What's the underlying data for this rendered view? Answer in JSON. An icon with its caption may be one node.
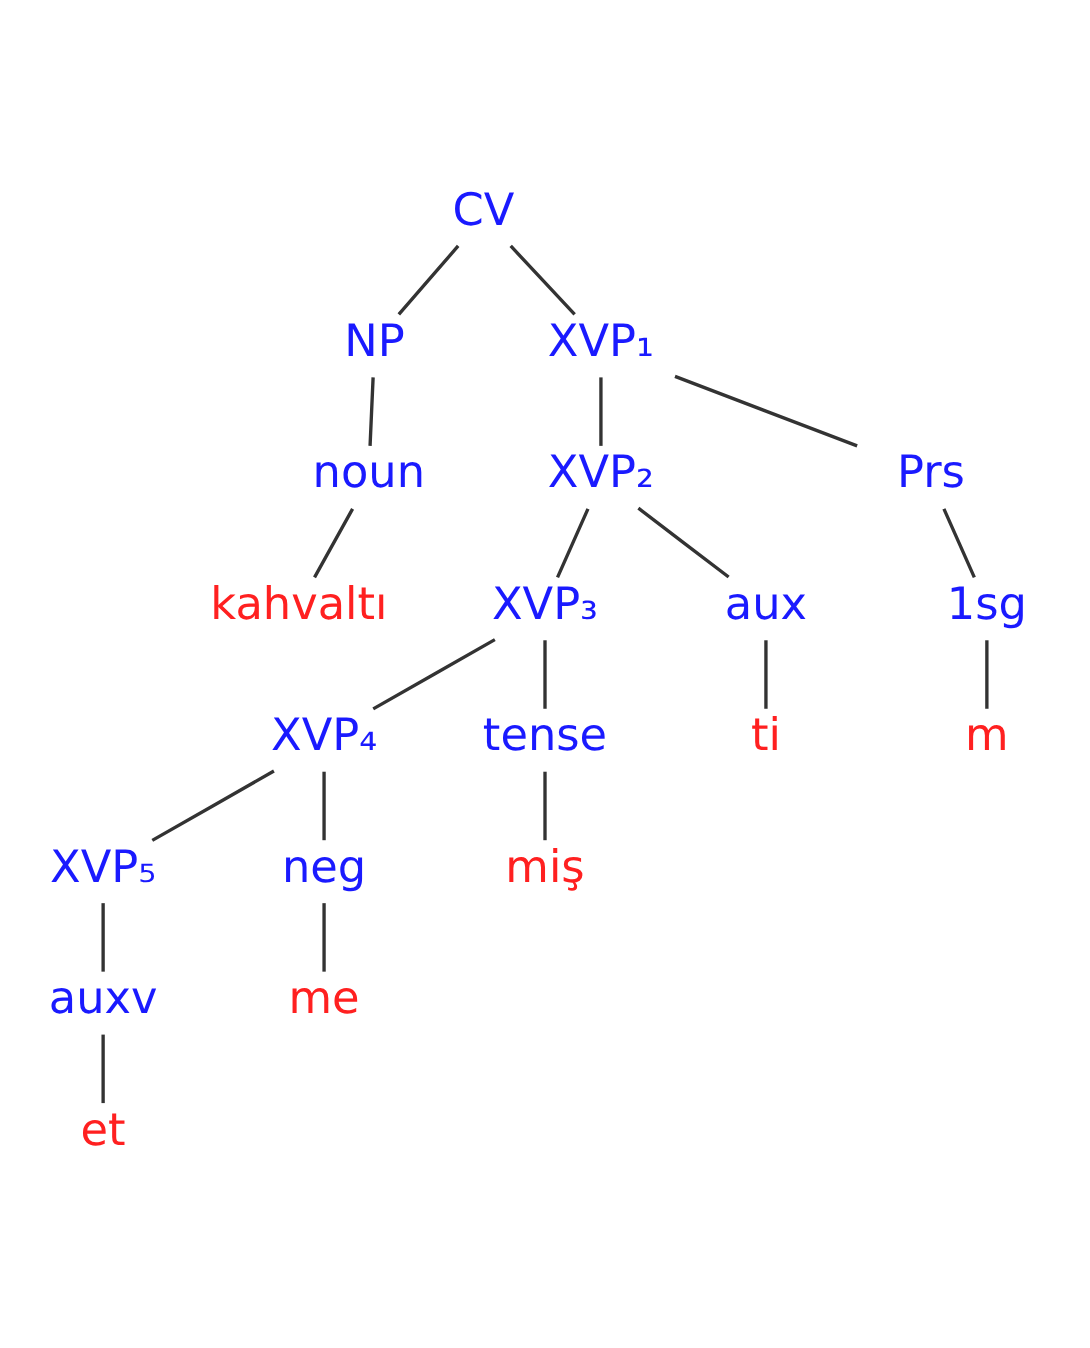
{
  "diagram": {
    "nodes": [
      {
        "text": [
          "CV"
        ]
      },
      {
        "text": [
          "NP"
        ]
      },
      {
        "text": [
          "XVP₁"
        ]
      },
      {
        "text": [
          "noun"
        ]
      },
      {
        "text": [
          "XVP₂"
        ]
      },
      {
        "text": [
          "Prs"
        ]
      },
      {
        "text": [
          "kahvaltı"
        ]
      },
      {
        "text": [
          "XVP₃"
        ]
      },
      {
        "text": [
          "aux"
        ]
      },
      {
        "text": [
          "1sg"
        ]
      },
      {
        "text": [
          "XVP₄"
        ]
      },
      {
        "text": [
          "tense"
        ]
      },
      {
        "text": [
          "ti"
        ]
      },
      {
        "text": [
          "m"
        ]
      },
      {
        "text": [
          "XVP₅"
        ]
      },
      {
        "text": [
          "neg"
        ]
      },
      {
        "text": [
          "miş"
        ]
      },
      {
        "text": [
          "auxv"
        ]
      },
      {
        "text": [
          "me"
        ]
      },
      {
        "text": [
          "et"
        ]
      }
    ],
    "edges": [
      {
        "from": 0,
        "to": 1,
        "arrow": "none"
      },
      {
        "from": 0,
        "to": 2,
        "arrow": "none"
      },
      {
        "from": 1,
        "to": 3,
        "arrow": "none"
      },
      {
        "from": 2,
        "to": 4,
        "arrow": "none"
      },
      {
        "from": 2,
        "to": 5,
        "arrow": "none"
      },
      {
        "from": 3,
        "to": 6,
        "arrow": "none"
      },
      {
        "from": 4,
        "to": 7,
        "arrow": "none"
      },
      {
        "from": 4,
        "to": 8,
        "arrow": "none"
      },
      {
        "from": 5,
        "to": 9,
        "arrow": "none"
      },
      {
        "from": 7,
        "to": 10,
        "arrow": "none"
      },
      {
        "from": 7,
        "to": 11,
        "arrow": "none"
      },
      {
        "from": 8,
        "to": 12,
        "arrow": "none"
      },
      {
        "from": 9,
        "to": 13,
        "arrow": "none"
      },
      {
        "from": 10,
        "to": 14,
        "arrow": "none"
      },
      {
        "from": 10,
        "to": 15,
        "arrow": "none"
      },
      {
        "from": 11,
        "to": 16,
        "arrow": "none"
      },
      {
        "from": 14,
        "to": 17,
        "arrow": "none"
      },
      {
        "from": 15,
        "to": 18,
        "arrow": "none"
      },
      {
        "from": 17,
        "to": 19,
        "arrow": "none"
      }
    ]
  }
}
